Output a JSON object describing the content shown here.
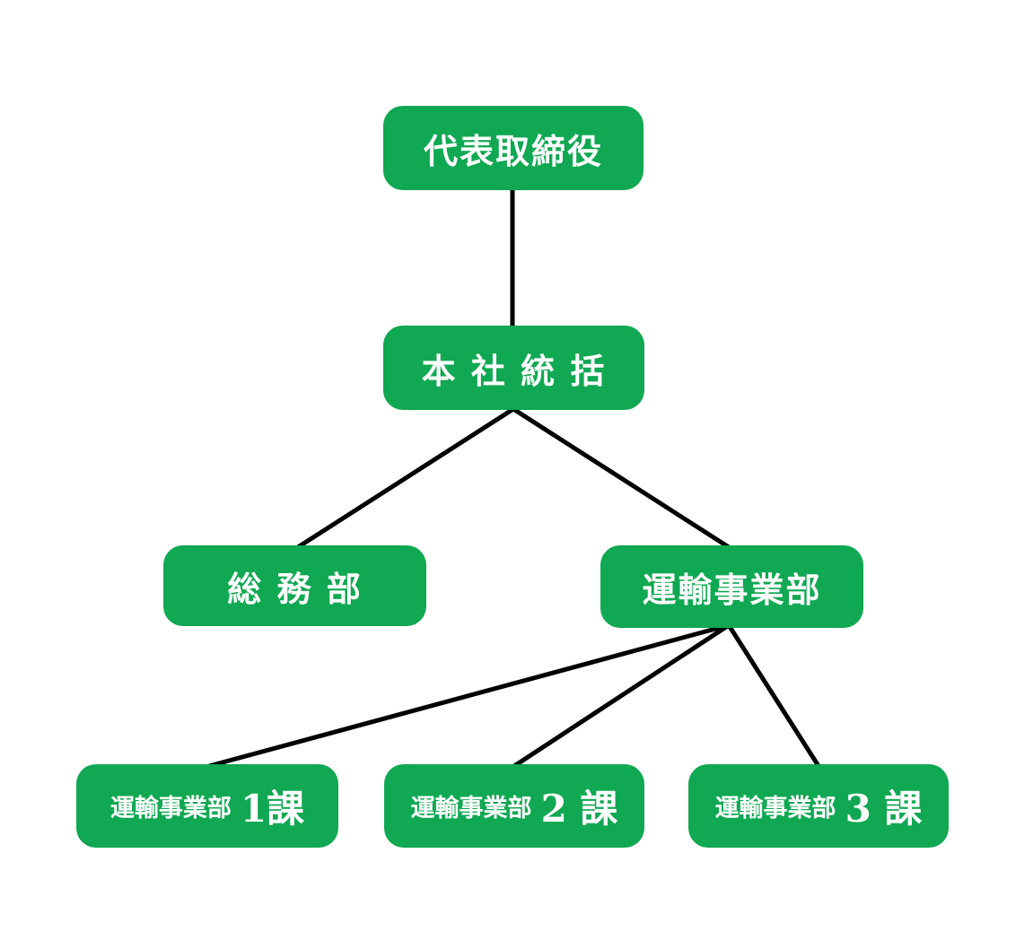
{
  "colors": {
    "node_bg": "#10A852",
    "node_text": "#FFFFFF",
    "connector": "#000000",
    "background": "#FFFFFF"
  },
  "nodes": {
    "ceo": {
      "label": "代表取締役"
    },
    "headquarters": {
      "label": "本 社 統 括"
    },
    "general_affairs": {
      "label": "総 務 部"
    },
    "transport_division": {
      "label": "運輸事業部"
    },
    "transport_section1": {
      "prefix": "運輸事業部",
      "suffix": "1課"
    },
    "transport_section2": {
      "prefix": "運輸事業部",
      "suffix": "2 課"
    },
    "transport_section3": {
      "prefix": "運輸事業部",
      "suffix": "3 課"
    }
  },
  "edges": [
    {
      "from": "ceo",
      "to": "headquarters"
    },
    {
      "from": "headquarters",
      "to": "general_affairs"
    },
    {
      "from": "headquarters",
      "to": "transport_division"
    },
    {
      "from": "transport_division",
      "to": "transport_section1"
    },
    {
      "from": "transport_division",
      "to": "transport_section2"
    },
    {
      "from": "transport_division",
      "to": "transport_section3"
    }
  ]
}
